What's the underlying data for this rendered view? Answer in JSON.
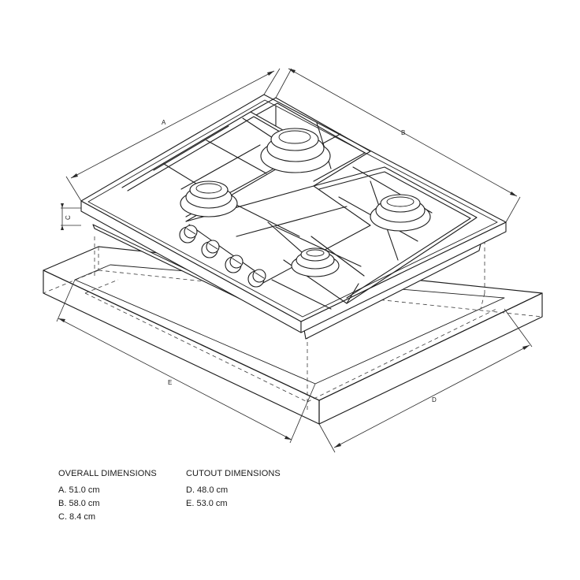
{
  "diagram": {
    "dimension_labels": {
      "a": "A",
      "b": "B",
      "c": "C",
      "d": "D",
      "e": "E"
    }
  },
  "legend": {
    "overall": {
      "heading": "OVERALL DIMENSIONS",
      "items": [
        "A. 51.0 cm",
        "B. 58.0 cm",
        "C. 8.4 cm"
      ]
    },
    "cutout": {
      "heading": "CUTOUT DIMENSIONS",
      "items": [
        "D. 48.0 cm",
        "E. 53.0 cm"
      ]
    }
  }
}
